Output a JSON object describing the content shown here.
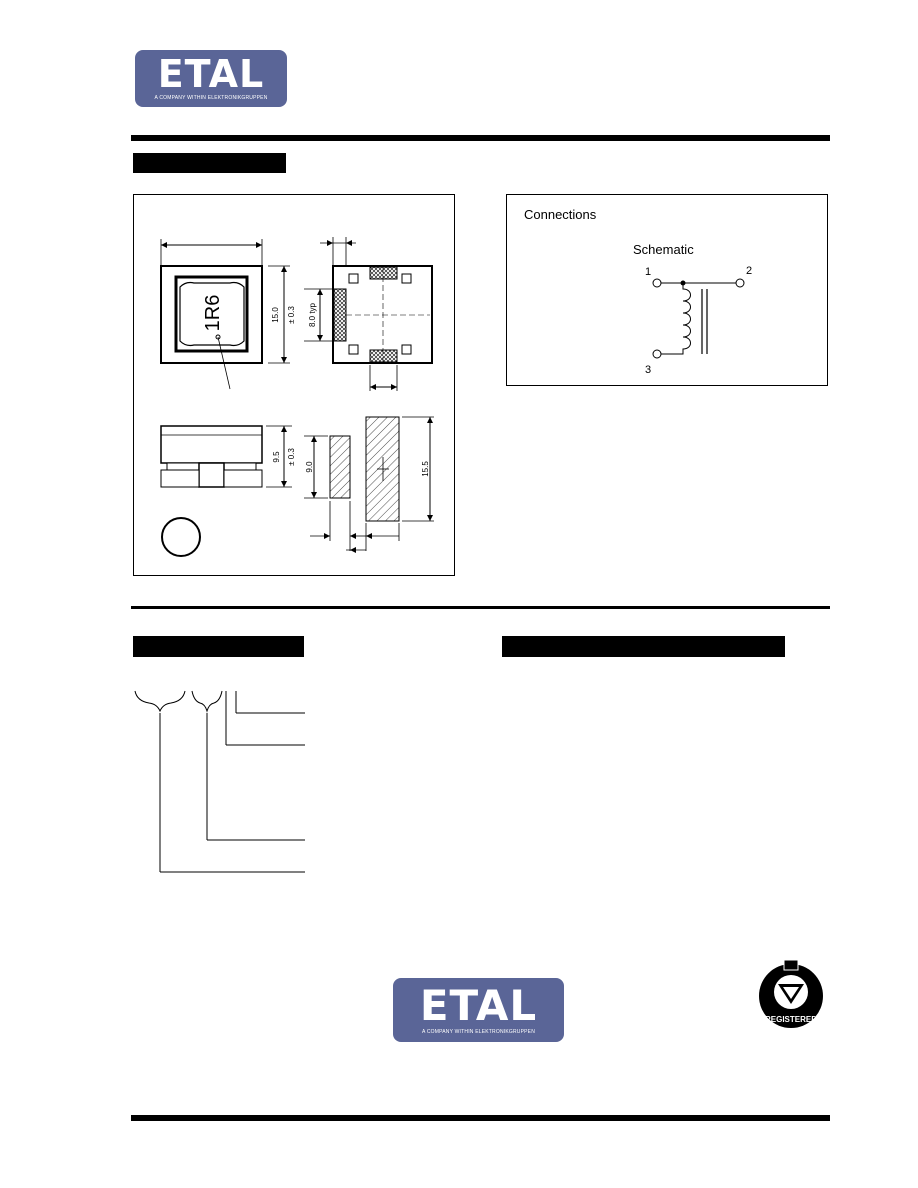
{
  "header": {
    "logo": {
      "brand": "ETAL",
      "tagline": "A COMPANY WITHIN ELEKTRONIKGRUPPEN"
    }
  },
  "drawing": {
    "marking": "1R6",
    "dims": {
      "width_dim": "15.0",
      "width_tol": "± 0.3",
      "slot_dim": "8.0 typ",
      "height_dim": "9.5",
      "height_tol": "± 0.3",
      "pad_height": "9.0",
      "footprint_dim": "15.5"
    }
  },
  "connections": {
    "title": "Connections",
    "subtitle": "Schematic",
    "pins": [
      "1",
      "2",
      "3"
    ]
  },
  "footer": {
    "logo": {
      "brand": "ETAL",
      "tagline": "A COMPANY WITHIN ELEKTRONIKGRUPPEN"
    },
    "badge_text": "REGISTERED"
  },
  "colors": {
    "logo_bg": "#5a6597",
    "ink": "#000000"
  }
}
